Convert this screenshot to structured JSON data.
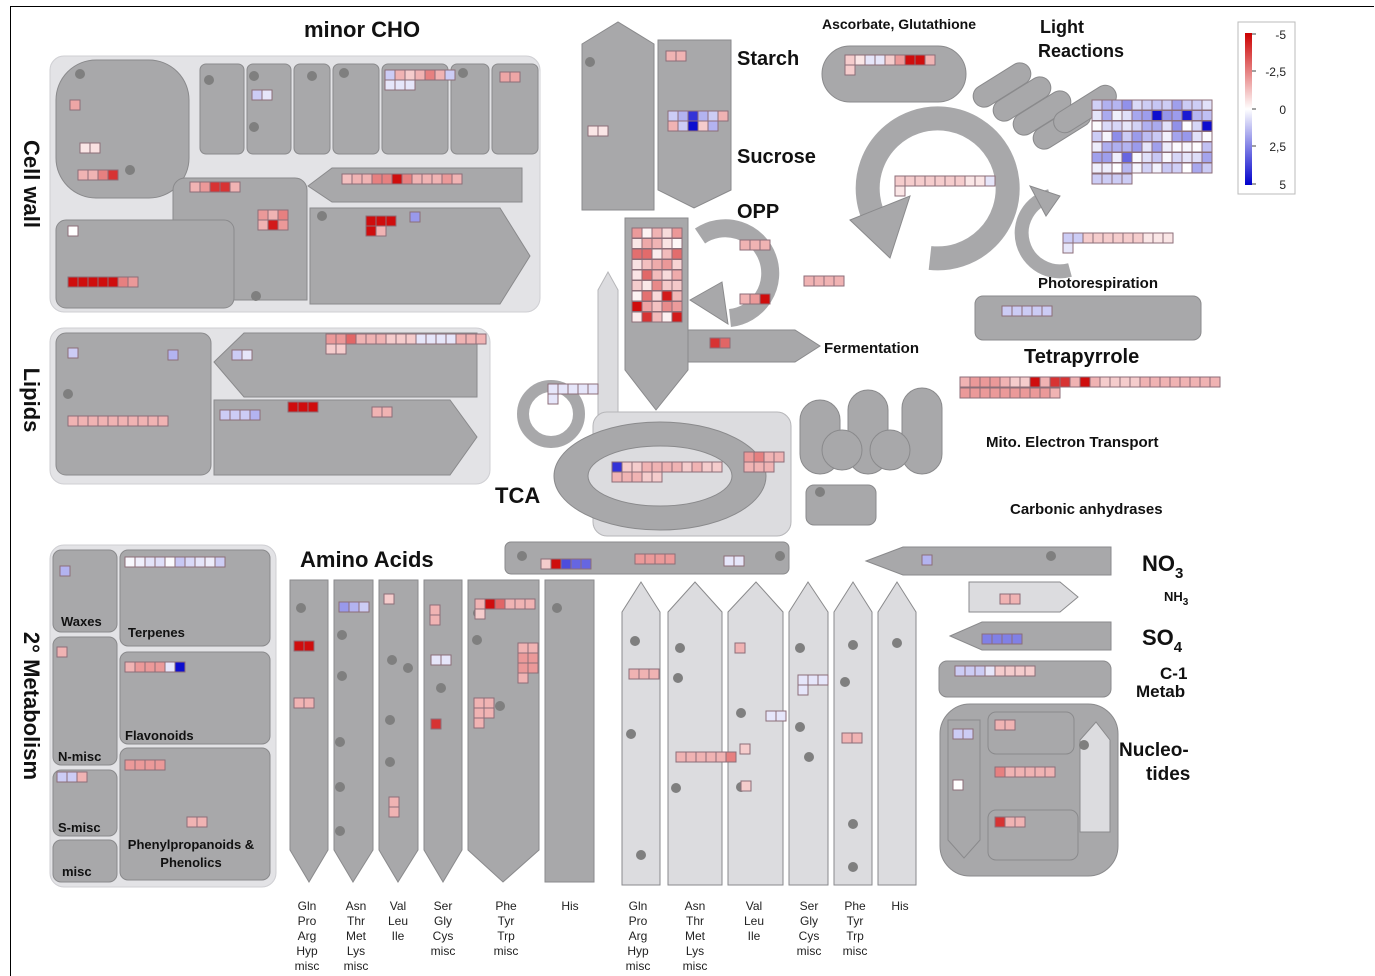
{
  "labels": {
    "minor_cho": "minor CHO",
    "cell_wall": "Cell wall",
    "lipids": "Lipids",
    "secondary_metabolism": "2° Metabolism",
    "starch": "Starch",
    "sucrose": "Sucrose",
    "opp": "OPP",
    "ascorbate": "Ascorbate, Glutathione",
    "light_reactions_1": "Light",
    "light_reactions_2": "Reactions",
    "photorespiration": "Photorespiration",
    "fermentation": "Fermentation",
    "tetrapyrrole": "Tetrapyrrole",
    "mito_electron": "Mito. Electron Transport",
    "carbonic": "Carbonic anhydrases",
    "tca": "TCA",
    "amino_acids": "Amino Acids",
    "no3": "NO",
    "no3_sub": "3",
    "nh3": "NH",
    "nh3_sub": "3",
    "so4": "SO",
    "so4_sub": "4",
    "c1_1": "C-1",
    "c1_2": "Metab",
    "nucleo_1": "Nucleo-",
    "nucleo_2": "tides",
    "waxes": "Waxes",
    "terpenes": "Terpenes",
    "n_misc": "N-misc",
    "flavonoids": "Flavonoids",
    "s_misc": "S-misc",
    "phenyl_1": "Phenylpropanoids &",
    "phenyl_2": "Phenolics",
    "misc": "misc"
  },
  "amino_acid_groups": [
    [
      "Gln",
      "Pro",
      "Arg",
      "Hyp",
      "misc"
    ],
    [
      "Asn",
      "Thr",
      "Met",
      "Lys",
      "misc"
    ],
    [
      "Val",
      "Leu",
      "Ile"
    ],
    [
      "Ser",
      "Gly",
      "Cys",
      "misc"
    ],
    [
      "Phe",
      "Tyr",
      "Trp",
      "misc"
    ],
    [
      "His"
    ],
    [
      "Gln",
      "Pro",
      "Arg",
      "Hyp",
      "misc"
    ],
    [
      "Asn",
      "Thr",
      "Met",
      "Lys",
      "misc"
    ],
    [
      "Val",
      "Leu",
      "Ile"
    ],
    [
      "Ser",
      "Gly",
      "Cys",
      "misc"
    ],
    [
      "Phe",
      "Tyr",
      "Trp",
      "misc"
    ],
    [
      "His"
    ]
  ],
  "legend": {
    "ticks": [
      "-5",
      "-2,5",
      "0",
      "2,5",
      "5"
    ],
    "colors": {
      "high": "#cc0000",
      "mid": "#ffffff",
      "low": "#0000cc"
    }
  },
  "colors": {
    "panel": "#e3e3e6",
    "shape_dark": "#a8a8aa",
    "shape_light": "#d8d8db",
    "outline": "#8a8a8c",
    "dot": "#7f7f7f"
  }
}
